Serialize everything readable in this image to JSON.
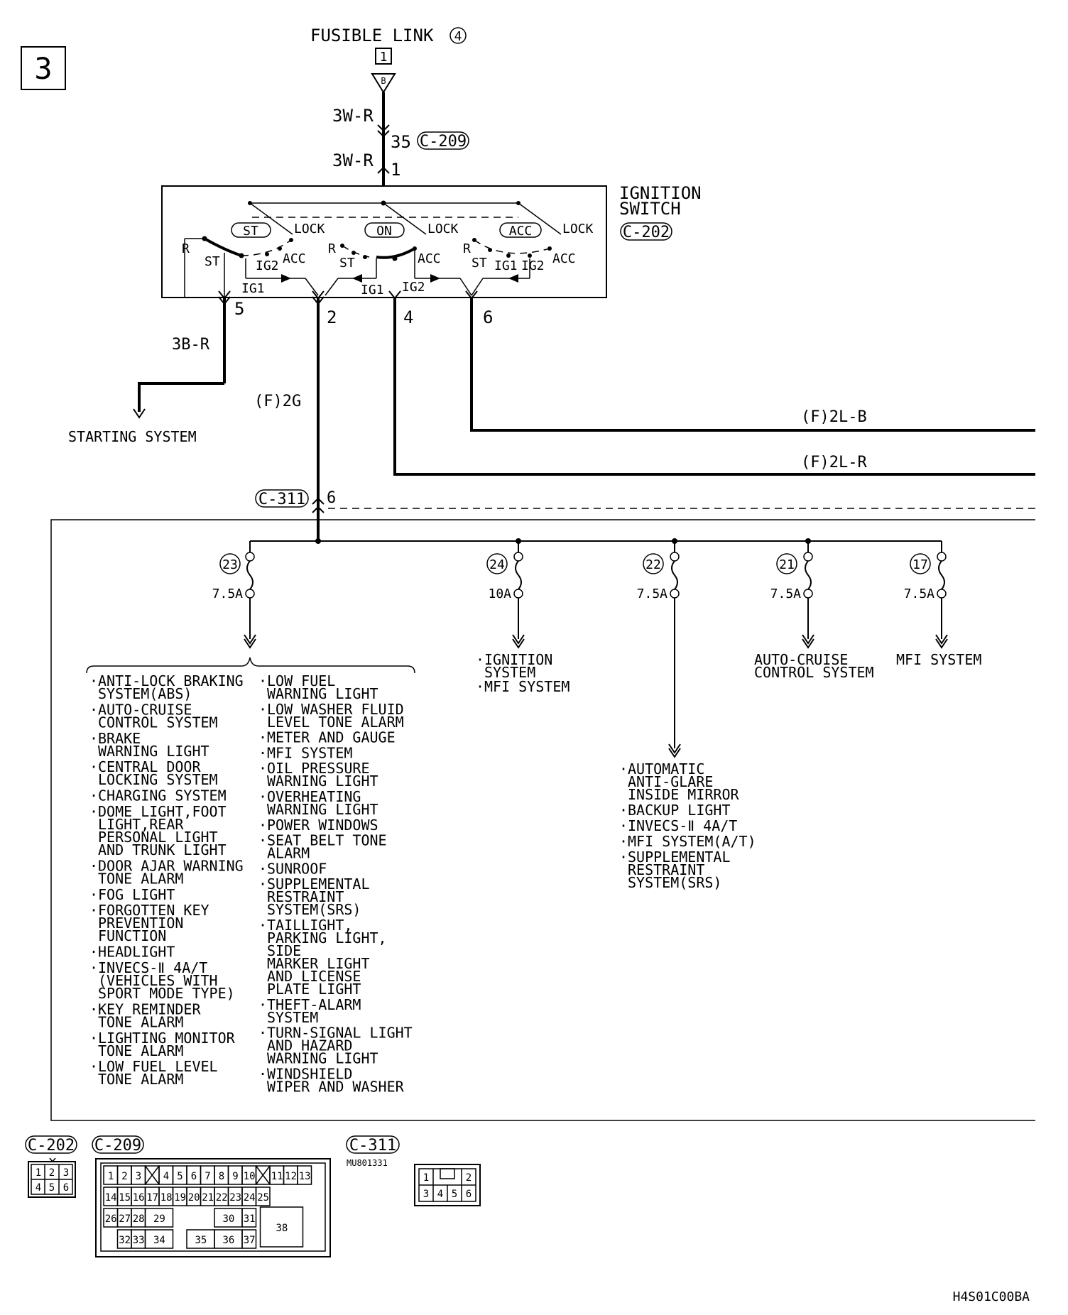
{
  "page_number": "3",
  "source": {
    "label": "FUSIBLE LINK",
    "number": "4",
    "terminal": "1",
    "connector_letter": "B"
  },
  "wires": {
    "upper": "3W-R",
    "lower": "3W-R",
    "starting": "3B-R",
    "f2g": "(F)2G",
    "f2lb": "(F)2L-B",
    "f2lr": "(F)2L-R"
  },
  "connectors": {
    "c209": "C-209",
    "c209_pin": "35",
    "c202": "C-202",
    "c311": "C-311",
    "c311_pin": "6",
    "c311_part": "MU801331"
  },
  "ignition_switch": {
    "title_line1": "IGNITION",
    "title_line2": "SWITCH",
    "input_pin": "1",
    "positions": [
      "ST",
      "ON",
      "ACC"
    ],
    "lock": "LOCK",
    "acc": "ACC",
    "r": "R",
    "st": "ST",
    "ig1": "IG1",
    "ig2": "IG2",
    "pin_5": "5",
    "pin_2": "2",
    "pin_4": "4",
    "pin_6": "6"
  },
  "starting_system": "STARTING SYSTEM",
  "fuses": [
    {
      "number": "23",
      "rating": "7.5A"
    },
    {
      "number": "24",
      "rating": "10A"
    },
    {
      "number": "22",
      "rating": "7.5A"
    },
    {
      "number": "21",
      "rating": "7.5A"
    },
    {
      "number": "17",
      "rating": "7.5A"
    }
  ],
  "fuse23_loads_col1": [
    [
      "ANTI-LOCK BRAKING",
      "SYSTEM(ABS)"
    ],
    [
      "AUTO-CRUISE",
      "CONTROL SYSTEM"
    ],
    [
      "BRAKE",
      "WARNING LIGHT"
    ],
    [
      "CENTRAL DOOR",
      "LOCKING SYSTEM"
    ],
    [
      "CHARGING SYSTEM"
    ],
    [
      "DOME LIGHT,FOOT",
      "LIGHT,REAR",
      "PERSONAL LIGHT",
      "AND TRUNK LIGHT"
    ],
    [
      "DOOR AJAR WARNING",
      "TONE ALARM"
    ],
    [
      "FOG LIGHT"
    ],
    [
      "FORGOTTEN KEY",
      "PREVENTION",
      "FUNCTION"
    ],
    [
      "HEADLIGHT"
    ],
    [
      "INVECS-Ⅱ 4A/T",
      "(VEHICLES WITH",
      "SPORT MODE TYPE)"
    ],
    [
      "KEY REMINDER",
      "TONE ALARM"
    ],
    [
      "LIGHTING MONITOR",
      "TONE ALARM"
    ],
    [
      "LOW FUEL LEVEL",
      "TONE ALARM"
    ]
  ],
  "fuse23_loads_col2": [
    [
      "LOW FUEL",
      "WARNING LIGHT"
    ],
    [
      "LOW WASHER FLUID",
      "LEVEL TONE ALARM"
    ],
    [
      "METER AND GAUGE"
    ],
    [
      "MFI SYSTEM"
    ],
    [
      "OIL PRESSURE",
      "WARNING LIGHT"
    ],
    [
      "OVERHEATING",
      "WARNING LIGHT"
    ],
    [
      "POWER WINDOWS"
    ],
    [
      "SEAT BELT TONE",
      "ALARM"
    ],
    [
      "SUNROOF"
    ],
    [
      "SUPPLEMENTAL",
      "RESTRAINT",
      "SYSTEM(SRS)"
    ],
    [
      "TAILLIGHT,",
      "PARKING LIGHT,",
      "SIDE",
      "MARKER LIGHT",
      "AND LICENSE",
      "PLATE LIGHT"
    ],
    [
      "THEFT-ALARM",
      "SYSTEM"
    ],
    [
      "TURN-SIGNAL LIGHT",
      "AND HAZARD",
      "WARNING LIGHT"
    ],
    [
      "WINDSHIELD",
      "WIPER AND WASHER"
    ]
  ],
  "fuse24_loads": [
    [
      "IGNITION",
      "SYSTEM"
    ],
    [
      "MFI SYSTEM"
    ]
  ],
  "fuse22_loads": [
    [
      "AUTOMATIC",
      "ANTI-GLARE",
      "INSIDE MIRROR"
    ],
    [
      "BACKUP LIGHT"
    ],
    [
      "INVECS-Ⅱ 4A/T"
    ],
    [
      "MFI SYSTEM(A/T)"
    ],
    [
      "SUPPLEMENTAL",
      "RESTRAINT",
      "SYSTEM(SRS)"
    ]
  ],
  "fuse21_load": [
    "AUTO-CRUISE",
    "CONTROL SYSTEM"
  ],
  "fuse17_load": "MFI SYSTEM",
  "connector_views": {
    "c202_pins": [
      "1",
      "2",
      "3",
      "4",
      "5",
      "6"
    ],
    "c209_pins": [
      "1",
      "2",
      "3",
      "4",
      "5",
      "6",
      "7",
      "8",
      "9",
      "10",
      "11",
      "12",
      "13",
      "14",
      "15",
      "16",
      "17",
      "18",
      "19",
      "20",
      "21",
      "22",
      "23",
      "24",
      "25",
      "26",
      "27",
      "28",
      "29",
      "30",
      "31",
      "32",
      "33",
      "34",
      "35",
      "36",
      "37",
      "38"
    ],
    "c311_pins": [
      "1",
      "2",
      "3",
      "4",
      "5",
      "6"
    ]
  },
  "figure_code": "H4S01C00BA"
}
